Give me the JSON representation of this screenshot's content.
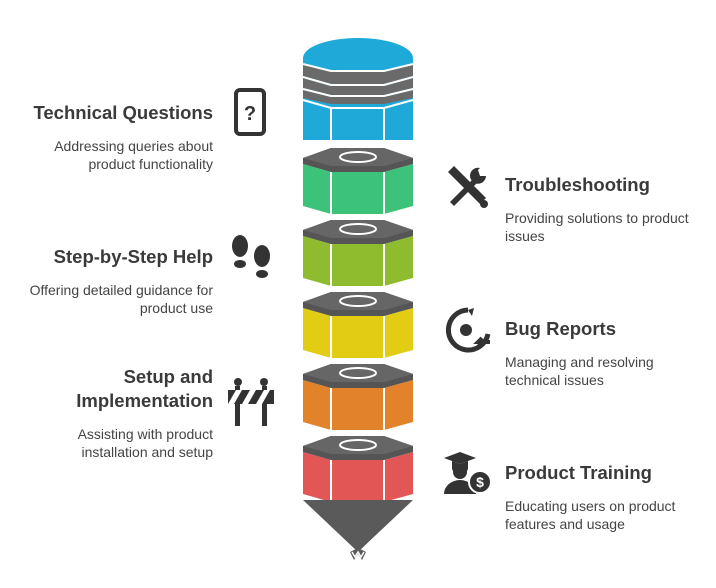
{
  "items": [
    {
      "title": "Technical Questions",
      "desc": "Addressing queries about product functionality",
      "side": "left",
      "color": "#1fa9d9",
      "icon": "question-phone-icon"
    },
    {
      "title": "Troubleshooting",
      "desc": "Providing solutions to product issues",
      "side": "right",
      "color": "#3dc27a",
      "icon": "tools-icon"
    },
    {
      "title": "Step-by-Step Help",
      "desc": "Offering detailed guidance for product use",
      "side": "left",
      "color": "#8fbc2f",
      "icon": "footprints-icon"
    },
    {
      "title": "Bug Reports",
      "desc": "Managing and resolving technical issues",
      "side": "right",
      "color": "#e2cc14",
      "icon": "bug-report-icon"
    },
    {
      "title": "Setup and Implementation",
      "desc": "Assisting with product installation and setup",
      "side": "left",
      "color": "#e2822a",
      "icon": "barrier-icon"
    },
    {
      "title": "Product Training",
      "desc": "Educating users on product features and usage",
      "side": "right",
      "color": "#e35656",
      "icon": "trainer-icon"
    }
  ],
  "colors": {
    "cap_top": "#666666",
    "cap_side": "#555555",
    "drill": "#5a5a5a"
  }
}
